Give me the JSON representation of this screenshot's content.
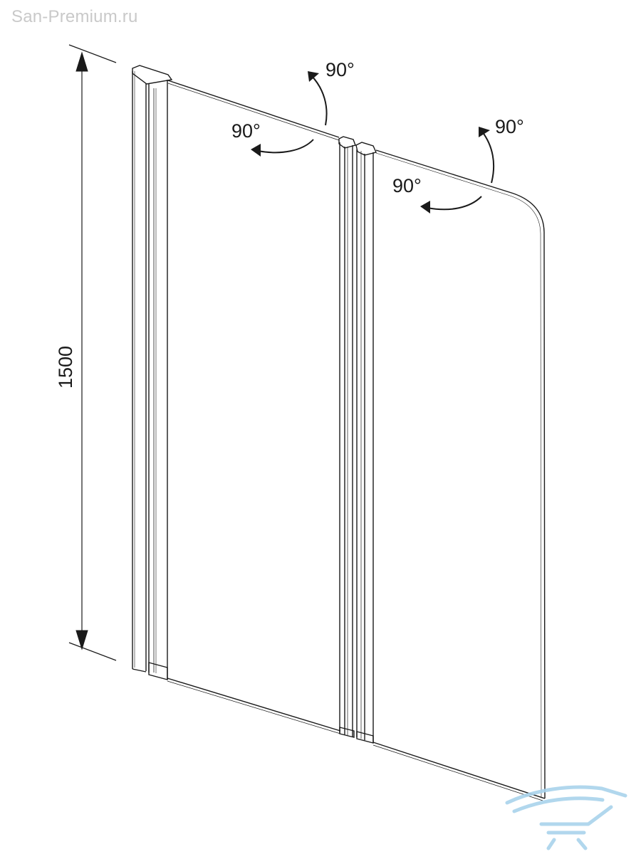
{
  "watermark": {
    "site": "San-Premium.ru"
  },
  "dimension": {
    "height_label": "1500"
  },
  "angles": {
    "upper_left": "90°",
    "lower_left": "90°",
    "upper_right": "90°",
    "lower_right": "90°"
  },
  "colors": {
    "line": "#1a1a1a",
    "watermark": "#c9c9c9",
    "logo": "#a9d3ec"
  },
  "icons": {
    "logo": "bathtub-wave-logo-icon"
  }
}
